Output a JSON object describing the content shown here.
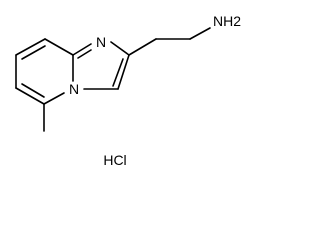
{
  "molecule": {
    "atoms": {
      "n_ring_top": "N",
      "n_ring_bridge": "N",
      "nh2": "NH2",
      "salt": "HCl"
    }
  },
  "colors": {
    "bond": "#000000",
    "background": "#ffffff"
  }
}
